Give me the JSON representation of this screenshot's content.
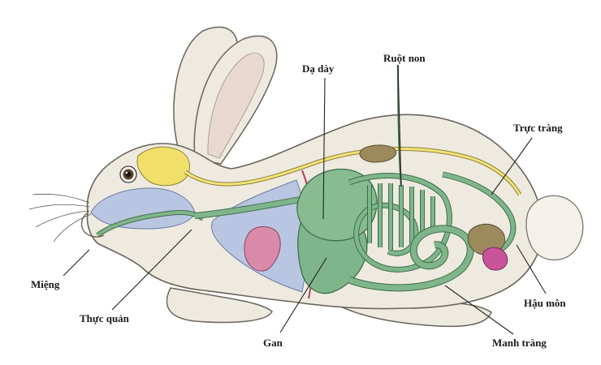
{
  "labels": {
    "stomach": "Dạ dày",
    "small_intestine": "Ruột non",
    "rectum": "Trực tràng",
    "mouth": "Miệng",
    "esophagus": "Thực quản",
    "liver": "Gan",
    "anus": "Hậu môn",
    "cecum": "Manh tràng"
  },
  "colors": {
    "fur": "#eeeae0",
    "fur_outline": "#6b655a",
    "digestive_tract": "#7fb58a",
    "tract_outline": "#3f6e48",
    "nerve_yellow": "#f2e27a",
    "brain_yellow": "#f0df6a",
    "cavity_blue": "#b9c6e2",
    "heart_pink": "#d98aa8",
    "kidney_brown": "#9c8a5c",
    "bladder_magenta": "#c8559a",
    "ear_inner": "#e9d8cf"
  }
}
